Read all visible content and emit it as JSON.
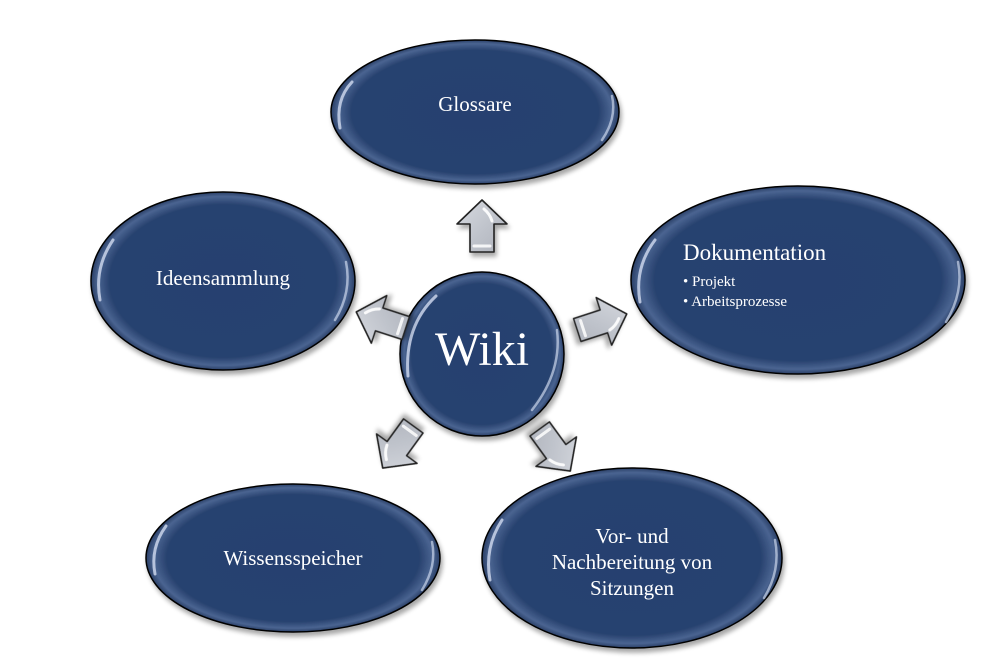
{
  "diagram": {
    "type": "radial-hub",
    "center": {
      "label": "Wiki"
    },
    "nodes": [
      {
        "id": "glossare",
        "label": "Glossare"
      },
      {
        "id": "dokumentation",
        "label": "Dokumentation",
        "bullets": [
          "Projekt",
          "Arbeitsprozesse"
        ]
      },
      {
        "id": "vor-nachbereitung",
        "lines": [
          "Vor- und",
          "Nachbereitung von",
          "Sitzungen"
        ]
      },
      {
        "id": "wissensspeicher",
        "label": "Wissensspeicher"
      },
      {
        "id": "ideensammlung",
        "label": "Ideensammlung"
      }
    ],
    "edges": [
      {
        "from": "Wiki",
        "to": "Glossare",
        "icon": "arrow-up-icon"
      },
      {
        "from": "Wiki",
        "to": "Dokumentation",
        "icon": "arrow-right-icon"
      },
      {
        "from": "Wiki",
        "to": "Vor- und Nachbereitung von Sitzungen",
        "icon": "arrow-down-right-icon"
      },
      {
        "from": "Wiki",
        "to": "Wissensspeicher",
        "icon": "arrow-down-left-icon"
      },
      {
        "from": "Wiki",
        "to": "Ideensammlung",
        "icon": "arrow-left-icon"
      }
    ],
    "bullet_char": "•",
    "colors": {
      "node_fill": "#27416f",
      "node_stroke": "#000000",
      "node_text": "#ffffff",
      "arrow_fill": "#c3c7cf",
      "arrow_stroke": "#222222",
      "background": "#ffffff"
    }
  }
}
